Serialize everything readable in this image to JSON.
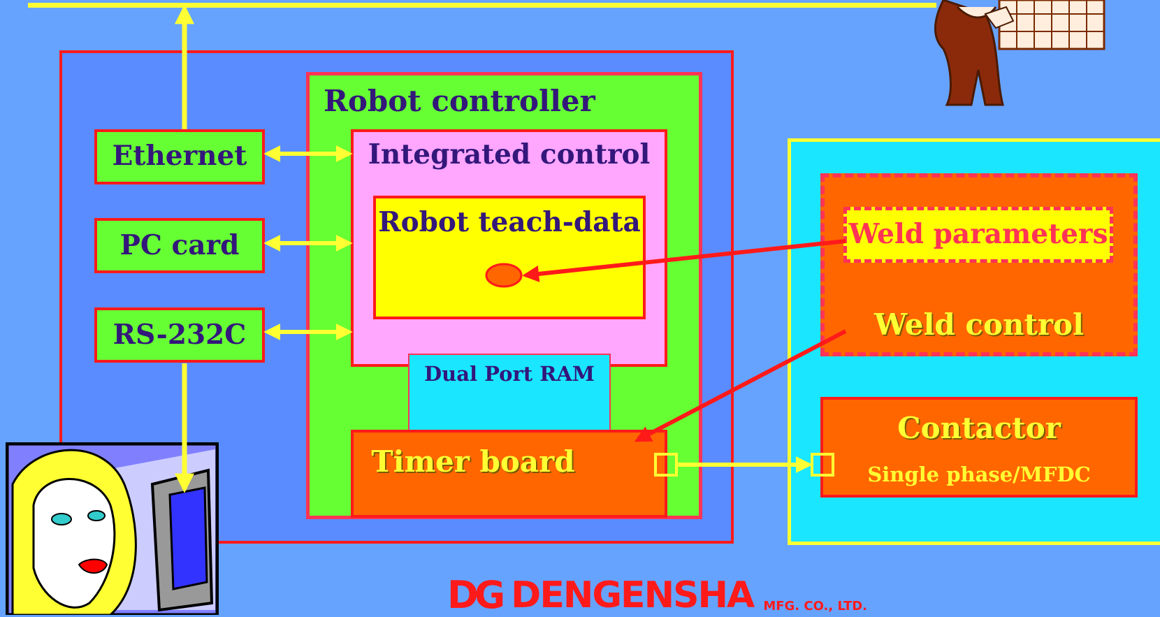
{
  "robot_controller": {
    "title": "Robot controller"
  },
  "integrated_control": {
    "title": "Integrated control"
  },
  "teach_data": {
    "title": "Robot teach-data"
  },
  "dual_port_ram": {
    "label": "Dual Port RAM"
  },
  "timer_board": {
    "label": "Timer board"
  },
  "interfaces": {
    "ethernet": "Ethernet",
    "pc_card": "PC card",
    "rs232c": "RS-232C"
  },
  "weld": {
    "parameters": "Weld parameters",
    "control": "Weld control"
  },
  "contactor": {
    "title": "Contactor",
    "subtitle": "Single phase/MFDC"
  },
  "logo": {
    "mark": "DG",
    "name": "DENGENSHA",
    "suffix": "MFG. CO., LTD."
  },
  "colors": {
    "background": "#66a3ff",
    "outer_panel": "#5a8cff",
    "controller_green": "#66ff33",
    "integrated_pink": "#ffa6ff",
    "teach_yellow": "#ffff00",
    "ram_cyan": "#1ae6ff",
    "timer_orange": "#ff6600",
    "border_red": "#ff1a1a",
    "arrow_yellow": "#ffff33"
  }
}
